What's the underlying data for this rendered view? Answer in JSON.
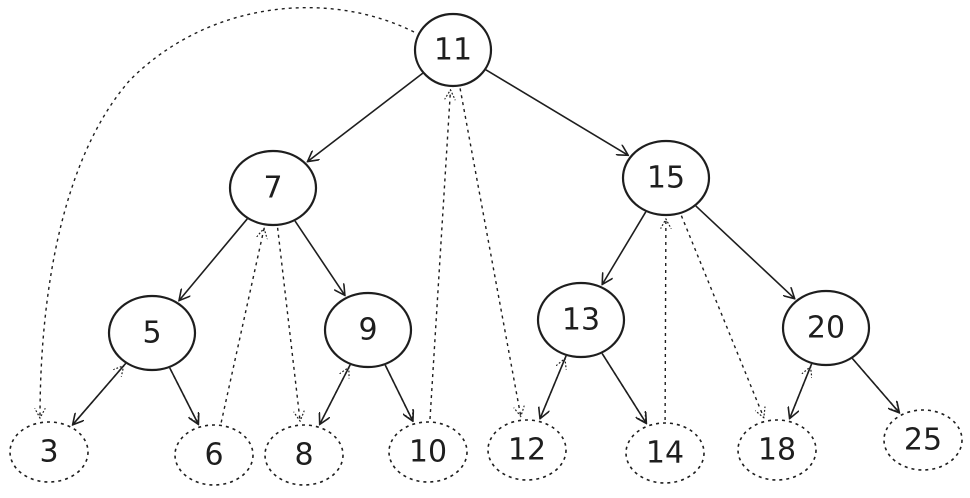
{
  "diagram": {
    "nodes": [
      {
        "id": "n11",
        "label": "11",
        "style": "solid"
      },
      {
        "id": "n7",
        "label": "7",
        "style": "solid"
      },
      {
        "id": "n15",
        "label": "15",
        "style": "solid"
      },
      {
        "id": "n5",
        "label": "5",
        "style": "solid"
      },
      {
        "id": "n9",
        "label": "9",
        "style": "solid"
      },
      {
        "id": "n13",
        "label": "13",
        "style": "solid"
      },
      {
        "id": "n20",
        "label": "20",
        "style": "solid"
      },
      {
        "id": "n3",
        "label": "3",
        "style": "dashed"
      },
      {
        "id": "n6",
        "label": "6",
        "style": "dashed"
      },
      {
        "id": "n8",
        "label": "8",
        "style": "dashed"
      },
      {
        "id": "n10",
        "label": "10",
        "style": "dashed"
      },
      {
        "id": "n12",
        "label": "12",
        "style": "dashed"
      },
      {
        "id": "n14",
        "label": "14",
        "style": "dashed"
      },
      {
        "id": "n18",
        "label": "18",
        "style": "dashed"
      },
      {
        "id": "n25",
        "label": "25",
        "style": "dashed"
      }
    ],
    "child_edges": [
      {
        "from": "n11",
        "to": "n7"
      },
      {
        "from": "n11",
        "to": "n15"
      },
      {
        "from": "n7",
        "to": "n5"
      },
      {
        "from": "n7",
        "to": "n9"
      },
      {
        "from": "n15",
        "to": "n13"
      },
      {
        "from": "n15",
        "to": "n20"
      },
      {
        "from": "n5",
        "to": "n3"
      },
      {
        "from": "n5",
        "to": "n6"
      },
      {
        "from": "n9",
        "to": "n8"
      },
      {
        "from": "n9",
        "to": "n10"
      },
      {
        "from": "n13",
        "to": "n12"
      },
      {
        "from": "n13",
        "to": "n14"
      },
      {
        "from": "n20",
        "to": "n18"
      },
      {
        "from": "n20",
        "to": "n25"
      }
    ],
    "thread_edges": [
      {
        "from": "n11",
        "to": "n3"
      },
      {
        "from": "n3",
        "to": "n5"
      },
      {
        "from": "n5",
        "to": "n6"
      },
      {
        "from": "n6",
        "to": "n7"
      },
      {
        "from": "n7",
        "to": "n8"
      },
      {
        "from": "n8",
        "to": "n9"
      },
      {
        "from": "n9",
        "to": "n10"
      },
      {
        "from": "n10",
        "to": "n11"
      },
      {
        "from": "n11",
        "to": "n12"
      },
      {
        "from": "n12",
        "to": "n13"
      },
      {
        "from": "n13",
        "to": "n14"
      },
      {
        "from": "n14",
        "to": "n15"
      },
      {
        "from": "n15",
        "to": "n18"
      },
      {
        "from": "n18",
        "to": "n20"
      },
      {
        "from": "n20",
        "to": "n25"
      }
    ],
    "colors": {
      "stroke": "#1e1e1e",
      "background": "#ffffff"
    }
  }
}
